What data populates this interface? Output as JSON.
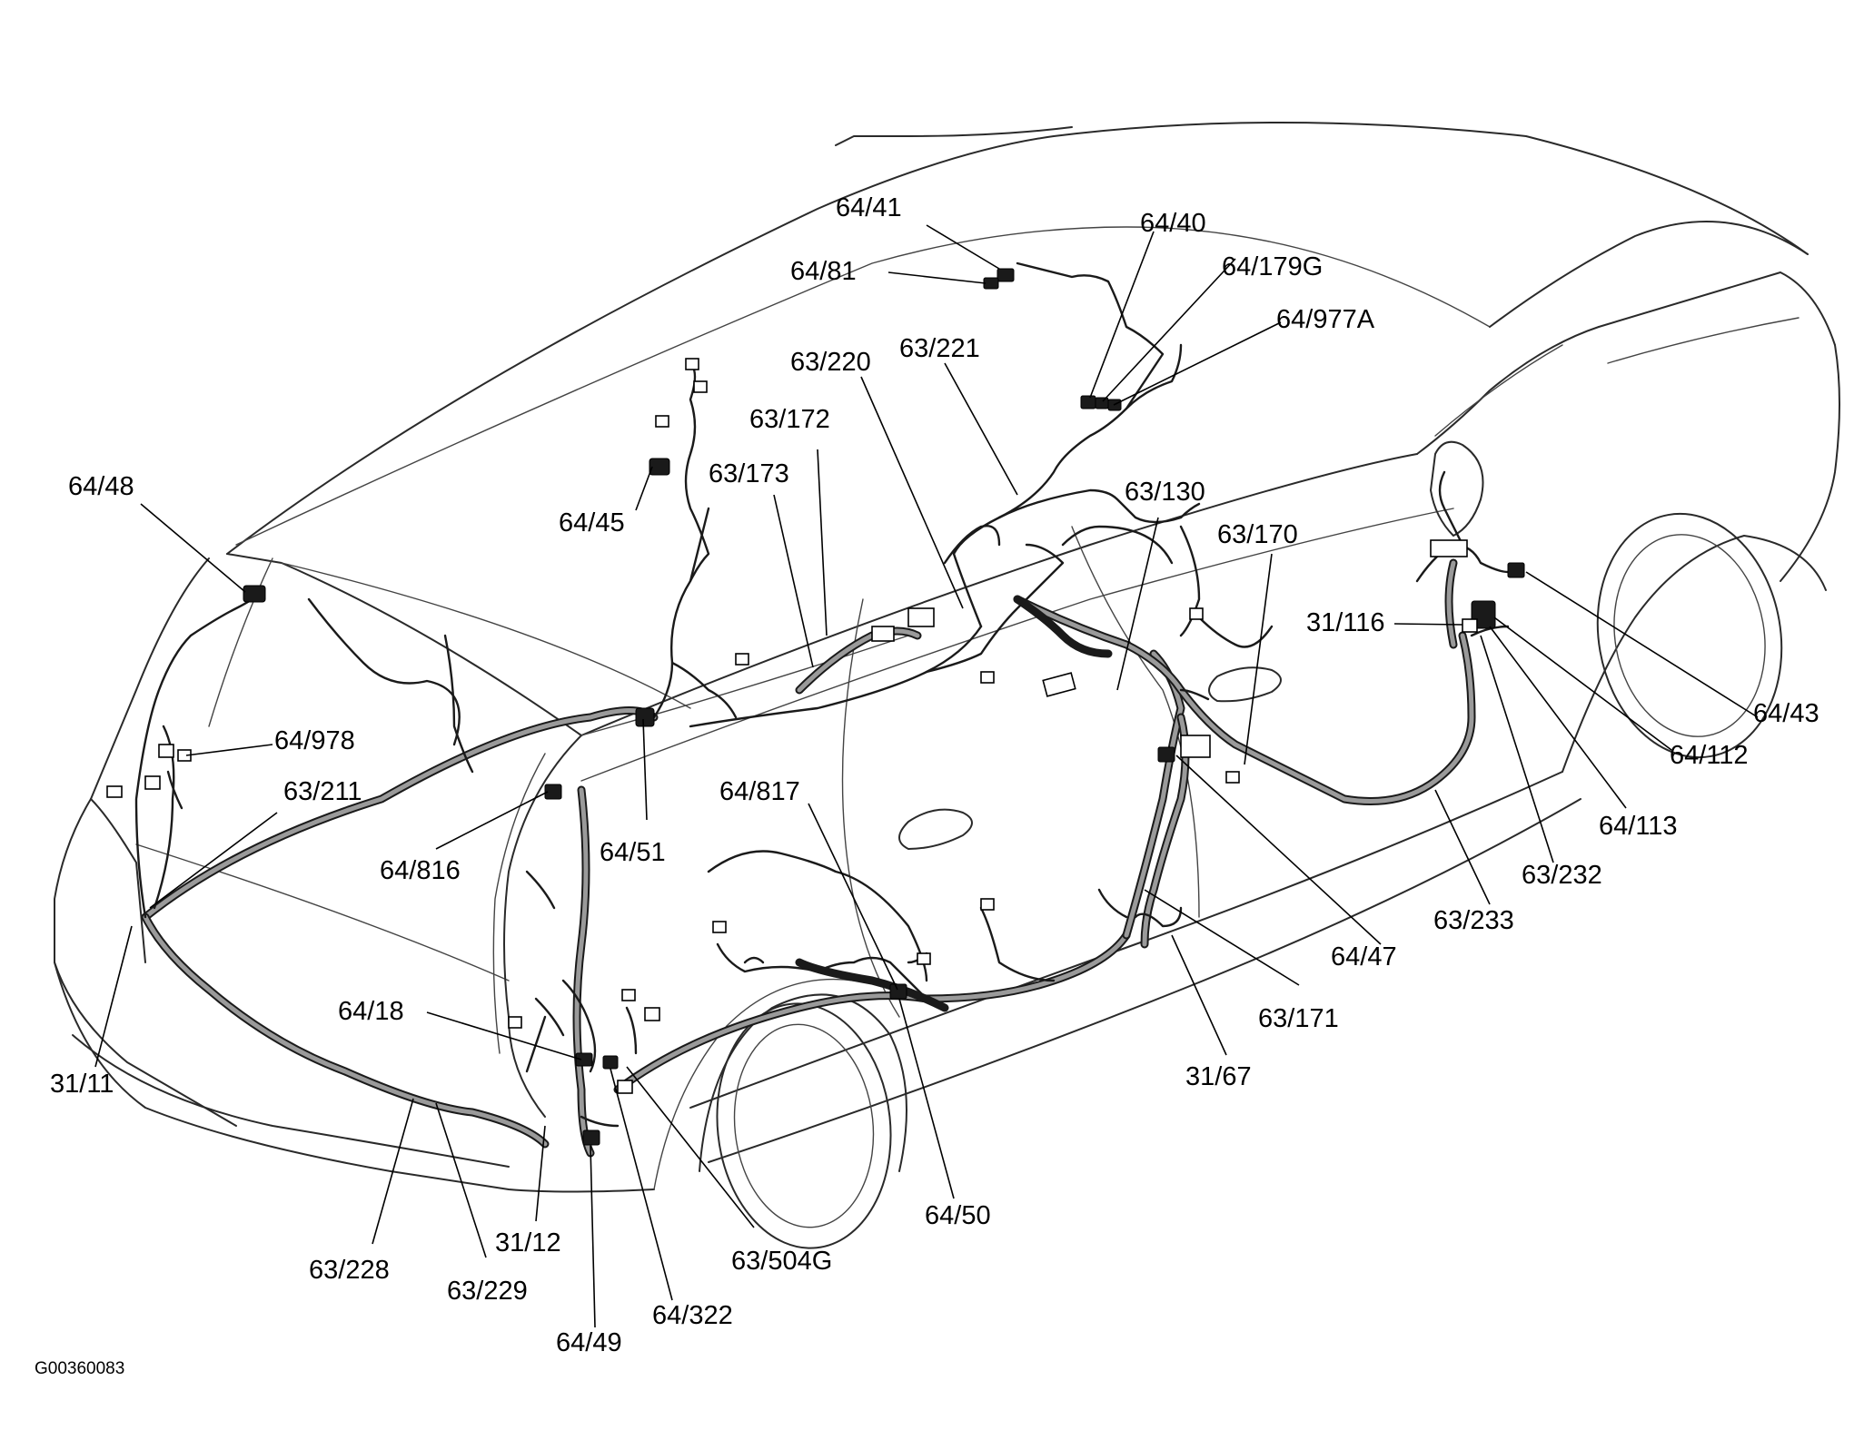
{
  "figure_id": "G00360083",
  "labels": {
    "l_64_41": "64/41",
    "l_64_81": "64/81",
    "l_64_40": "64/40",
    "l_64_179G": "64/179G",
    "l_64_977A": "64/977A",
    "l_63_220": "63/220",
    "l_63_221": "63/221",
    "l_63_172": "63/172",
    "l_63_173": "63/173",
    "l_64_45": "64/45",
    "l_64_48": "64/48",
    "l_63_130": "63/130",
    "l_63_170": "63/170",
    "l_31_116": "31/116",
    "l_64_43": "64/43",
    "l_64_112": "64/112",
    "l_64_113": "64/113",
    "l_63_232": "63/232",
    "l_63_233": "63/233",
    "l_64_47": "64/47",
    "l_63_171": "63/171",
    "l_31_67": "31/67",
    "l_64_978": "64/978",
    "l_63_211": "63/211",
    "l_64_816": "64/816",
    "l_64_51": "64/51",
    "l_64_817": "64/817",
    "l_64_18": "64/18",
    "l_31_11": "31/11",
    "l_63_228": "63/228",
    "l_63_229": "63/229",
    "l_31_12": "31/12",
    "l_64_49": "64/49",
    "l_64_322": "64/322",
    "l_63_504G": "63/504G",
    "l_64_50": "64/50"
  }
}
